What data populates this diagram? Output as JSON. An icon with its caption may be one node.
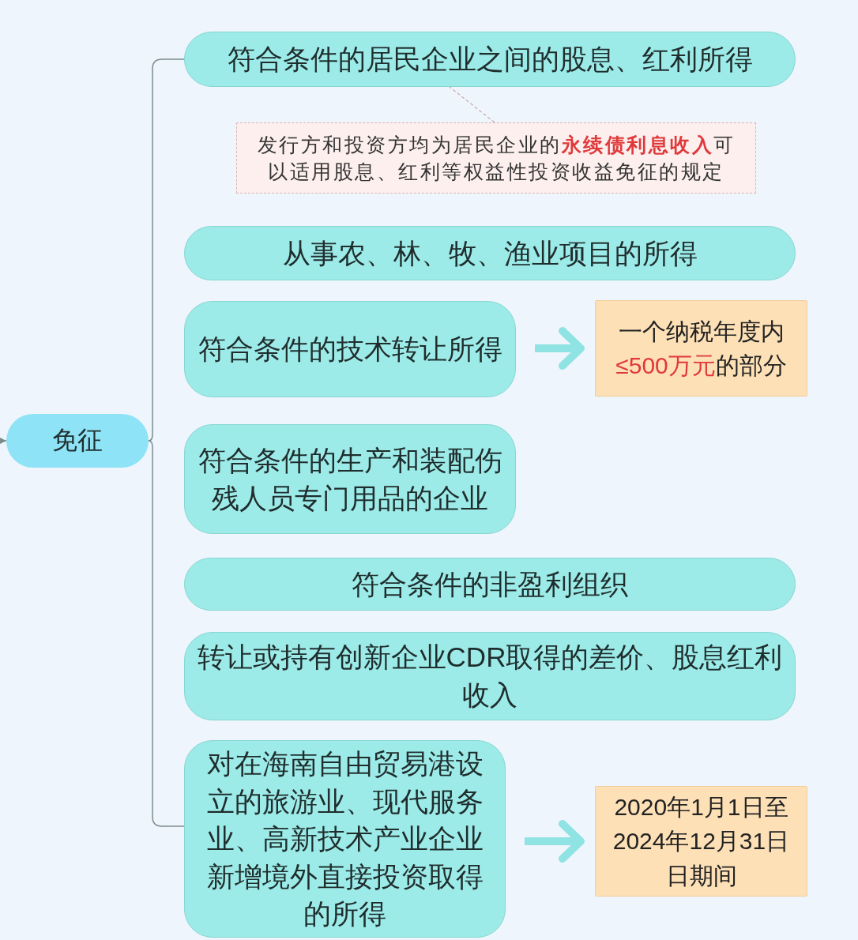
{
  "diagram": {
    "nodes": [
      {
        "text": [
          "免征"
        ]
      },
      {
        "text": [
          "符合条件的居民企业之间的股息、红利所得"
        ]
      },
      {
        "text": [
          "发行方和投资方均为居民企业的**永续债利息收入**可以适用股息、红利等权益性投资收益免征的规定"
        ]
      },
      {
        "text": [
          "从事农、林、牧、渔业项目的所得"
        ]
      },
      {
        "text": [
          "符合条件的技术转让所得"
        ]
      },
      {
        "text": [
          "一个纳税年度内**≤500万元**的部分"
        ]
      },
      {
        "text": [
          "符合条件的生产和装配伤残人员专门用品的企业"
        ]
      },
      {
        "text": [
          "符合条件的非盈利组织"
        ]
      },
      {
        "text": [
          "转让或持有创新企业CDR取得的差价、股息红利收入"
        ]
      },
      {
        "text": [
          "对在海南自由贸易港设立的旅游业、现代服务业、高新技术产业企业新增境外直接投资取得的所得"
        ]
      },
      {
        "text": [
          "2020年1月1日至2024年12月31日日期间"
        ]
      }
    ],
    "edges": [
      {
        "from": null,
        "to": 0,
        "arrow": "to"
      },
      {
        "from": 0,
        "to": 1,
        "arrow": "none"
      },
      {
        "from": 0,
        "to": 9,
        "arrow": "none"
      },
      {
        "from": 2,
        "to": 1,
        "arrow": "none",
        "style": "dashed",
        "color": "#c9adad"
      },
      {
        "from": 4,
        "to": 5,
        "arrow": "to",
        "style": "thick",
        "color": "#8fe3e3"
      },
      {
        "from": 9,
        "to": 10,
        "arrow": "to",
        "style": "thick",
        "color": "#8fe3e3"
      }
    ]
  }
}
